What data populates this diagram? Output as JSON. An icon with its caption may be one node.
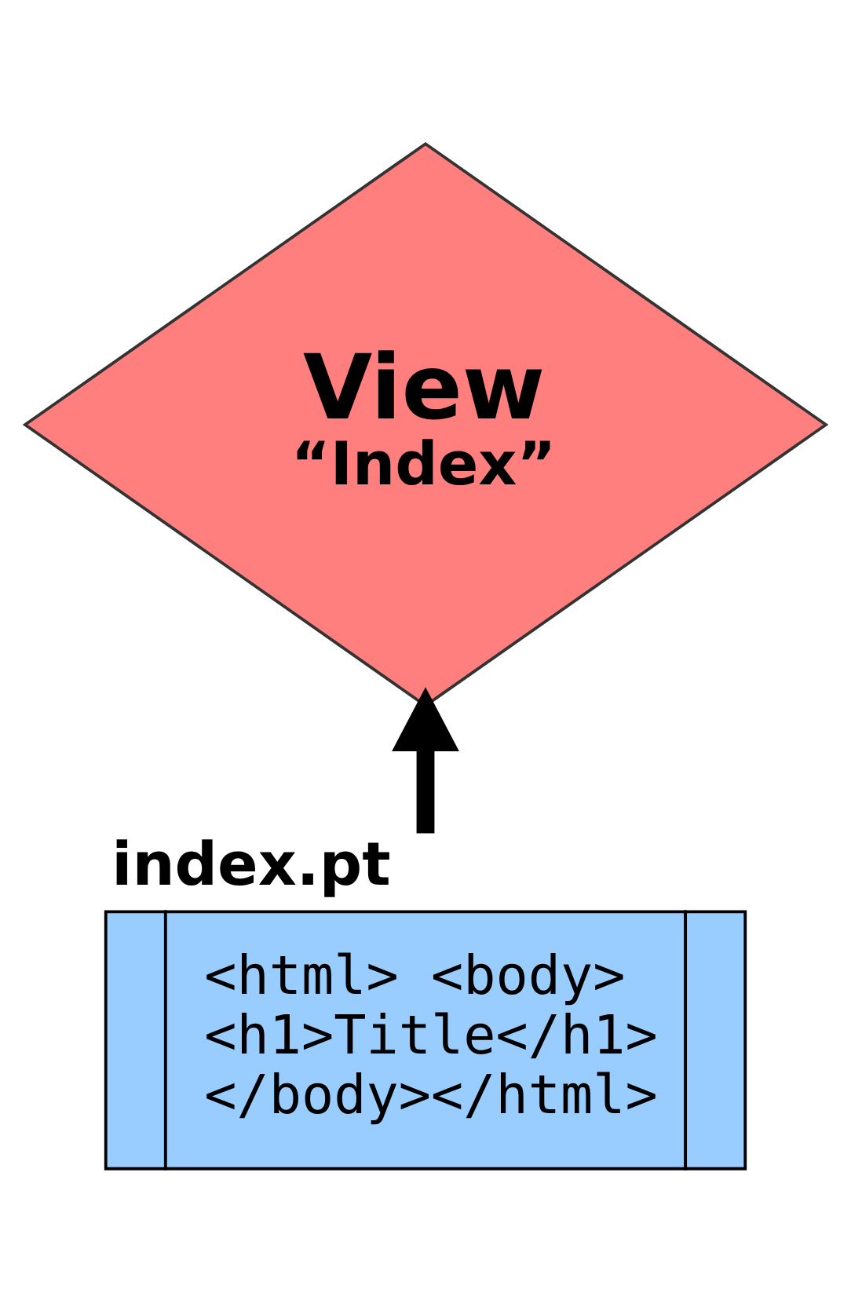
{
  "diagram": {
    "nodes": [
      {
        "text": [
          "View",
          "“Index”"
        ]
      },
      {
        "text": [
          "index.pt",
          "<html> <body> <h1>Title</h1> </body></html>"
        ]
      }
    ],
    "edges": [
      {
        "from": 1,
        "to": 0,
        "arrow": "to"
      }
    ]
  }
}
